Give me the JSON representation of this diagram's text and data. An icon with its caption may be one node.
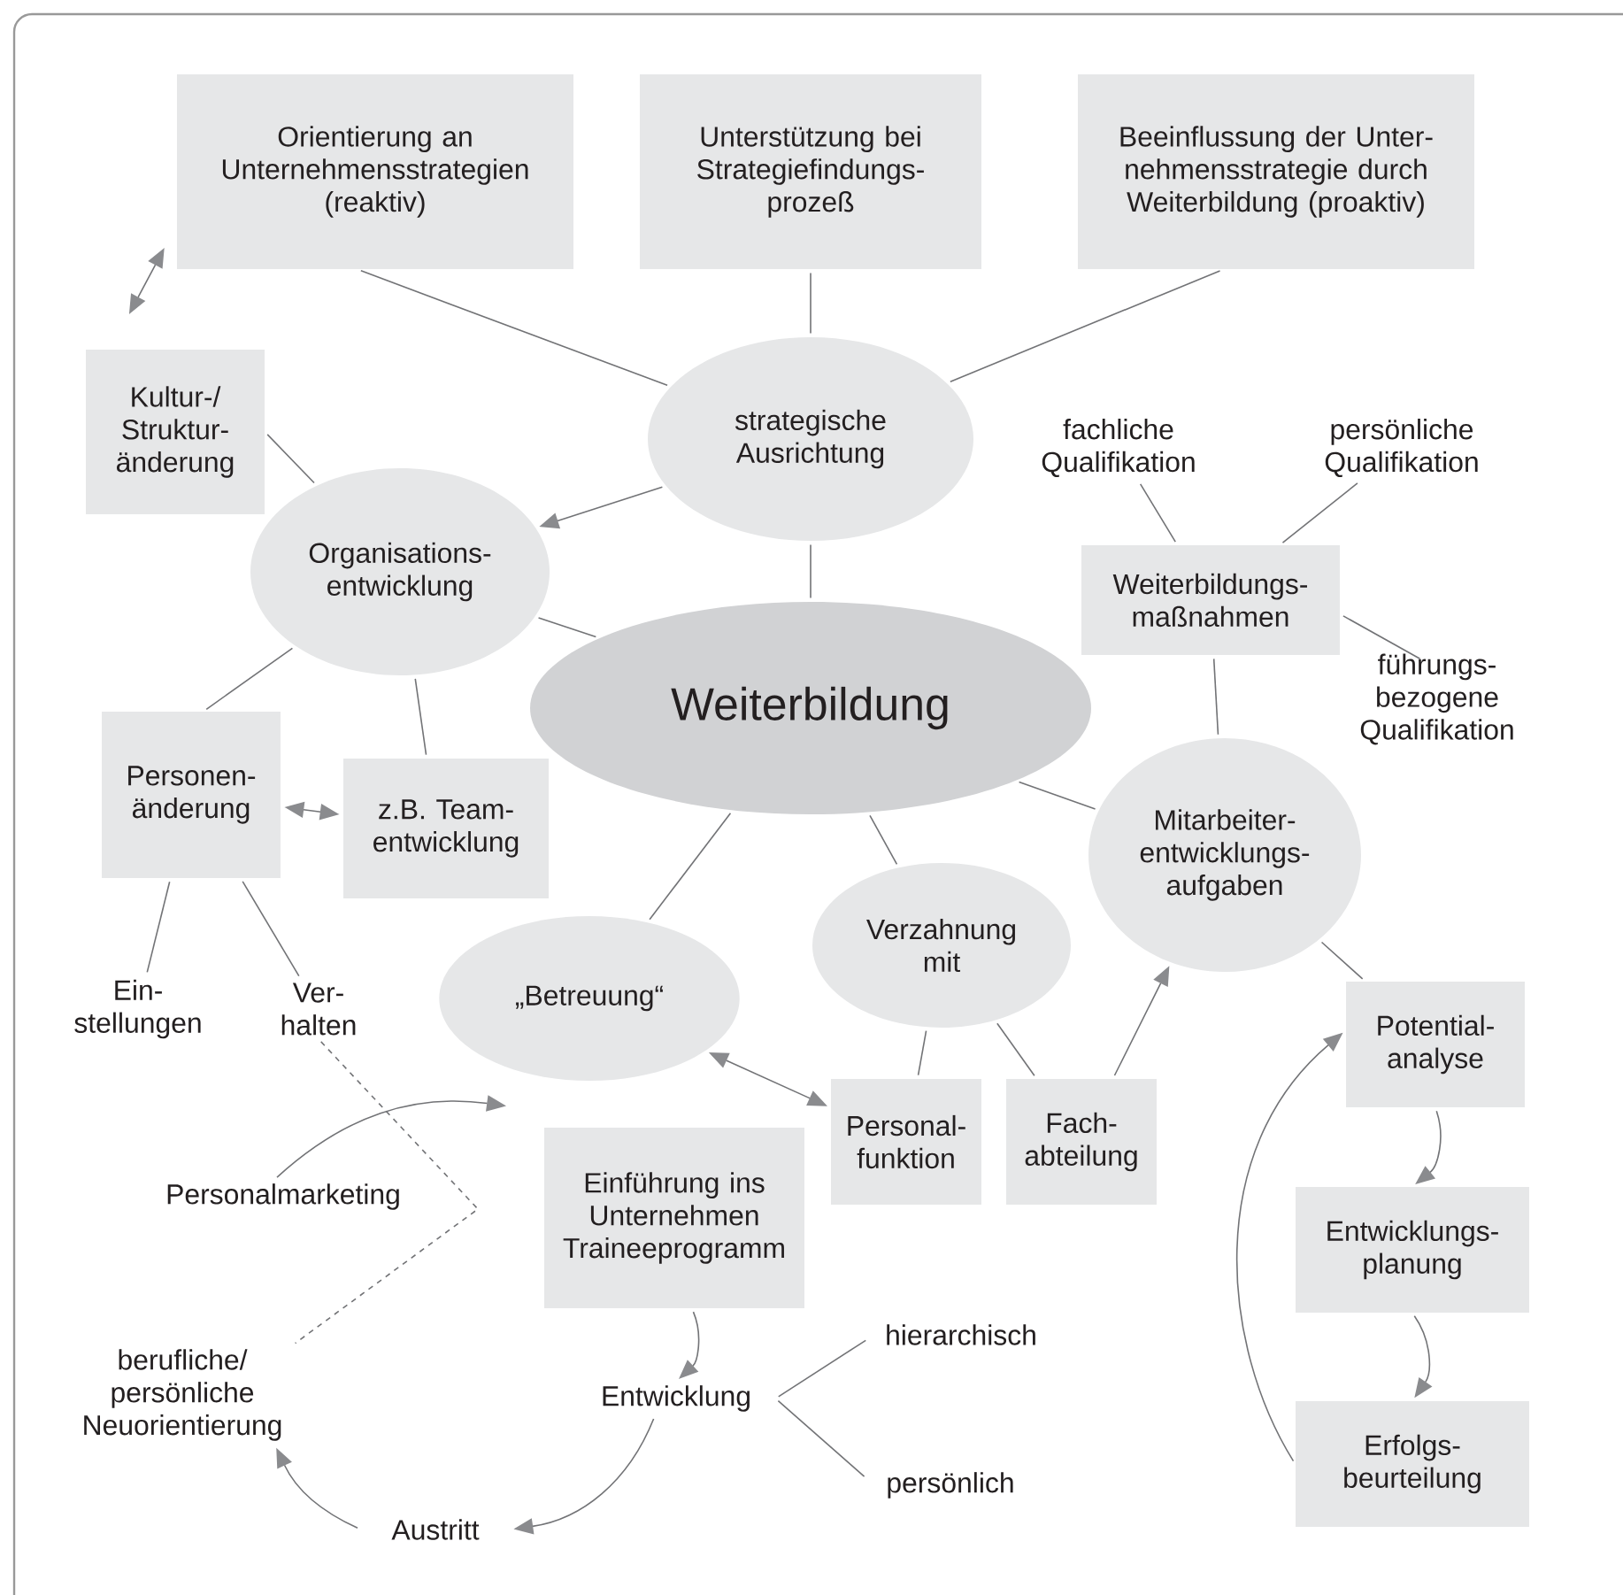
{
  "diagram": {
    "nodes": [
      {
        "text": [
          "Orientierung an Unternehmensstrategien (reaktiv)"
        ]
      },
      {
        "text": [
          "Unterstützung bei Strategiefindungs- prozeß"
        ]
      },
      {
        "text": [
          "Beeinflussung der Unter- nehmensstrategie durch Weiterbildung (proaktiv)"
        ]
      },
      {
        "text": [
          "strategische Ausrichtung"
        ]
      },
      {
        "text": [
          "Kultur-/ Struktur- änderung"
        ]
      },
      {
        "text": [
          "Organisations- entwicklung"
        ]
      },
      {
        "text": [
          "fachliche Qualifikation"
        ]
      },
      {
        "text": [
          "persönliche Qualifikation"
        ]
      },
      {
        "text": [
          "Weiterbildungs- maßnahmen"
        ]
      },
      {
        "text": [
          "führungs- bezogene Qualifikation"
        ]
      },
      {
        "text": [
          "Weiterbildung"
        ]
      },
      {
        "text": [
          "Personen- änderung"
        ]
      },
      {
        "text": [
          "z.B. Team- entwicklung"
        ]
      },
      {
        "text": [
          "Ein- stellungen"
        ]
      },
      {
        "text": [
          "Ver- halten"
        ]
      },
      {
        "text": [
          "„Betreuung“"
        ]
      },
      {
        "text": [
          "Verzahnung mit"
        ]
      },
      {
        "text": [
          "Mitarbeiter- entwicklungs- aufgaben"
        ]
      },
      {
        "text": [
          "Personal- funktion"
        ]
      },
      {
        "text": [
          "Fach- abteilung"
        ]
      },
      {
        "text": [
          "Potential- analyse"
        ]
      },
      {
        "text": [
          "Personalmarketing"
        ]
      },
      {
        "text": [
          "Einführung ins Unternehmen Traineeprogramm"
        ]
      },
      {
        "text": [
          "Entwicklungs- planung"
        ]
      },
      {
        "text": [
          "hierarchisch"
        ]
      },
      {
        "text": [
          "berufliche/ persönliche Neuorientierung"
        ]
      },
      {
        "text": [
          "Entwicklung"
        ]
      },
      {
        "text": [
          "persönlich"
        ]
      },
      {
        "text": [
          "Erfolgs- beurteilung"
        ]
      },
      {
        "text": [
          "Austritt"
        ]
      }
    ],
    "edges": [
      {
        "from": 0,
        "to": 3,
        "arrow": "none"
      },
      {
        "from": 1,
        "to": 3,
        "arrow": "none"
      },
      {
        "from": 2,
        "to": 3,
        "arrow": "none"
      },
      {
        "from": 3,
        "to": 5,
        "arrow": "to"
      },
      {
        "from": 3,
        "to": 10,
        "arrow": "none"
      },
      {
        "from": 4,
        "to": 5,
        "arrow": "none"
      },
      {
        "from": 5,
        "to": 10,
        "arrow": "none"
      },
      {
        "from": 5,
        "to": 11,
        "arrow": "none"
      },
      {
        "from": 5,
        "to": 12,
        "arrow": "none"
      },
      {
        "from": 11,
        "to": 12,
        "arrow": "both"
      },
      {
        "from": 11,
        "to": 13,
        "arrow": "none"
      },
      {
        "from": 11,
        "to": 14,
        "arrow": "none"
      },
      {
        "from": 10,
        "to": 15,
        "arrow": "none"
      },
      {
        "from": 10,
        "to": 16,
        "arrow": "none"
      },
      {
        "from": 10,
        "to": 17,
        "arrow": "none"
      },
      {
        "from": 6,
        "to": 8,
        "arrow": "none"
      },
      {
        "from": 7,
        "to": 8,
        "arrow": "none"
      },
      {
        "from": 8,
        "to": 9,
        "arrow": "none"
      },
      {
        "from": 8,
        "to": 17,
        "arrow": "none"
      },
      {
        "from": 15,
        "to": 18,
        "arrow": "both"
      },
      {
        "from": 16,
        "to": 18,
        "arrow": "none"
      },
      {
        "from": 16,
        "to": 19,
        "arrow": "none"
      },
      {
        "from": 19,
        "to": 17,
        "arrow": "to"
      },
      {
        "from": 17,
        "to": 20,
        "arrow": "none"
      },
      {
        "from": 20,
        "to": 23,
        "arrow": "to"
      },
      {
        "from": 23,
        "to": 28,
        "arrow": "to"
      },
      {
        "from": 28,
        "to": 20,
        "arrow": "to"
      },
      {
        "from": 4,
        "to": 0,
        "arrow": "both"
      },
      {
        "from": 21,
        "to": null,
        "arrow": "to"
      },
      {
        "from": 14,
        "to": 25,
        "arrow": "none",
        "style": "dashed"
      },
      {
        "from": 22,
        "to": 26,
        "arrow": "to"
      },
      {
        "from": 26,
        "to": 29,
        "arrow": "to"
      },
      {
        "from": 29,
        "to": 25,
        "arrow": "to"
      },
      {
        "from": 26,
        "to": 24,
        "arrow": "none"
      },
      {
        "from": 26,
        "to": 27,
        "arrow": "none"
      }
    ]
  }
}
